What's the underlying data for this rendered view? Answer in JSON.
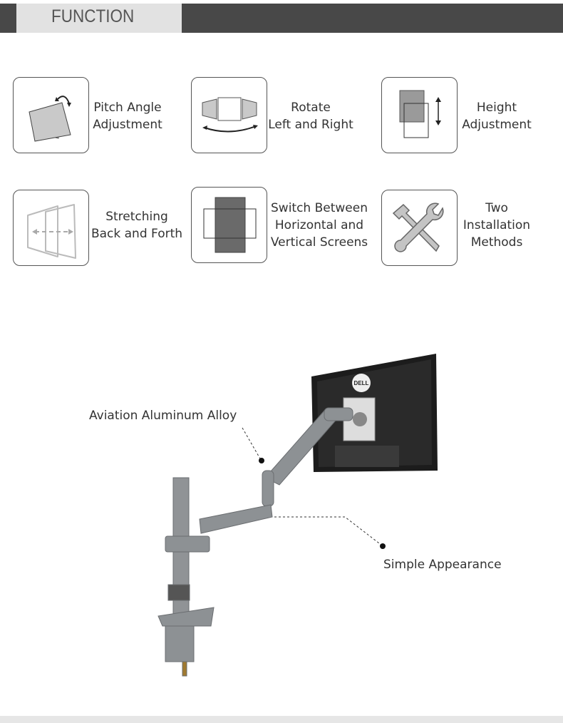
{
  "header": {
    "title": "FUNCTION"
  },
  "features": [
    {
      "icon": "pitch-angle-icon",
      "lines": [
        "Pitch Angle",
        "Adjustment"
      ]
    },
    {
      "icon": "rotate-icon",
      "lines": [
        "Rotate",
        "Left and Right"
      ]
    },
    {
      "icon": "height-icon",
      "lines": [
        "Height",
        "Adjustment"
      ]
    },
    {
      "icon": "stretch-icon",
      "lines": [
        "Stretching",
        "Back and Forth"
      ]
    },
    {
      "icon": "switch-orientation-icon",
      "lines": [
        "Switch Between",
        "Horizontal and",
        "Vertical Screens"
      ]
    },
    {
      "icon": "tools-icon",
      "lines": [
        "Two",
        "Installation",
        "Methods"
      ]
    }
  ],
  "callouts": {
    "material": "Aviation Aluminum Alloy",
    "appearance": "Simple Appearance"
  },
  "brand": "DELL"
}
